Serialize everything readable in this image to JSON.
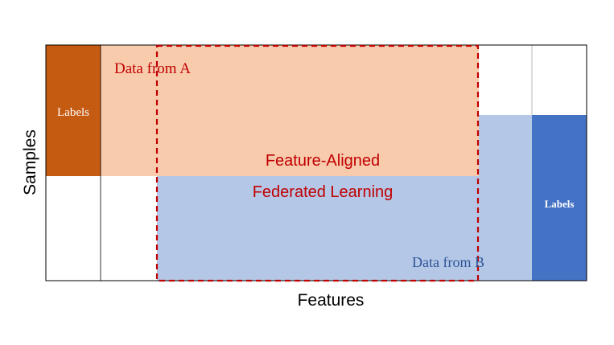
{
  "diagram": {
    "axis_y_label": "Samples",
    "axis_x_label": "Features",
    "label_a": "Labels",
    "label_b": "Labels",
    "region_a_caption": "Data from A",
    "region_b_caption": "Data from B",
    "overlap_caption_line1": "Feature-Aligned",
    "overlap_caption_line2": "Federated Learning"
  },
  "colors": {
    "labels_a": "#c55a11",
    "data_a": "#f8cbad",
    "labels_b": "#4472c4",
    "data_b": "#b4c7e7",
    "dashed_box": "#c00000",
    "caption_a": "#c00000",
    "caption_b": "#2f5597",
    "overlap_caption": "#c00000",
    "frame": "#000000"
  }
}
